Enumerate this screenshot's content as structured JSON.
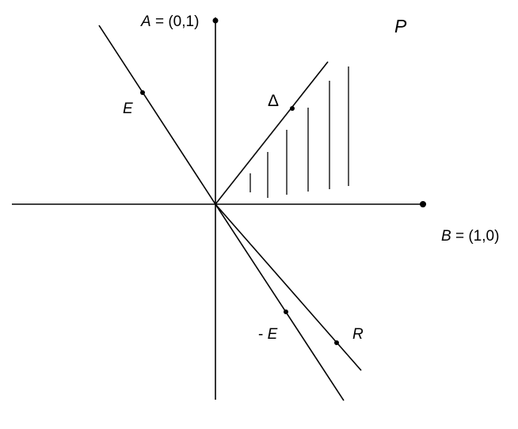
{
  "labels": {
    "a_name": "A",
    "a_coords": " = (0,1)",
    "b_name": "B",
    "b_coords": " = (1,0)",
    "p": "P",
    "e": "E",
    "neg_e_prefix": "- ",
    "neg_e_name": "E",
    "delta": "Δ",
    "r": "R"
  },
  "colors": {
    "ink": "#000000",
    "background": "#ffffff"
  }
}
